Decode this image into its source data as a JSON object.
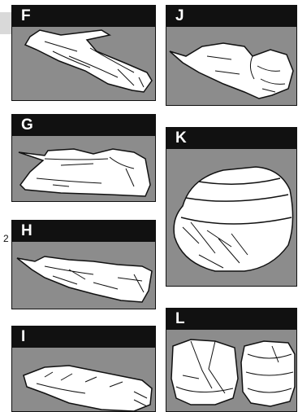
{
  "page_number": "2",
  "steps": [
    {
      "id": "F",
      "letter": "F"
    },
    {
      "id": "G",
      "letter": "G"
    },
    {
      "id": "H",
      "letter": "H"
    },
    {
      "id": "I",
      "letter": "I"
    },
    {
      "id": "J",
      "letter": "J"
    },
    {
      "id": "K",
      "letter": "K"
    },
    {
      "id": "L",
      "letter": "L"
    }
  ],
  "colors": {
    "header": "#111111",
    "panel_fill": "#8c8c8c",
    "bag_fill": "#ffffff",
    "line": "#111111",
    "tab": "#d9d9d9"
  }
}
